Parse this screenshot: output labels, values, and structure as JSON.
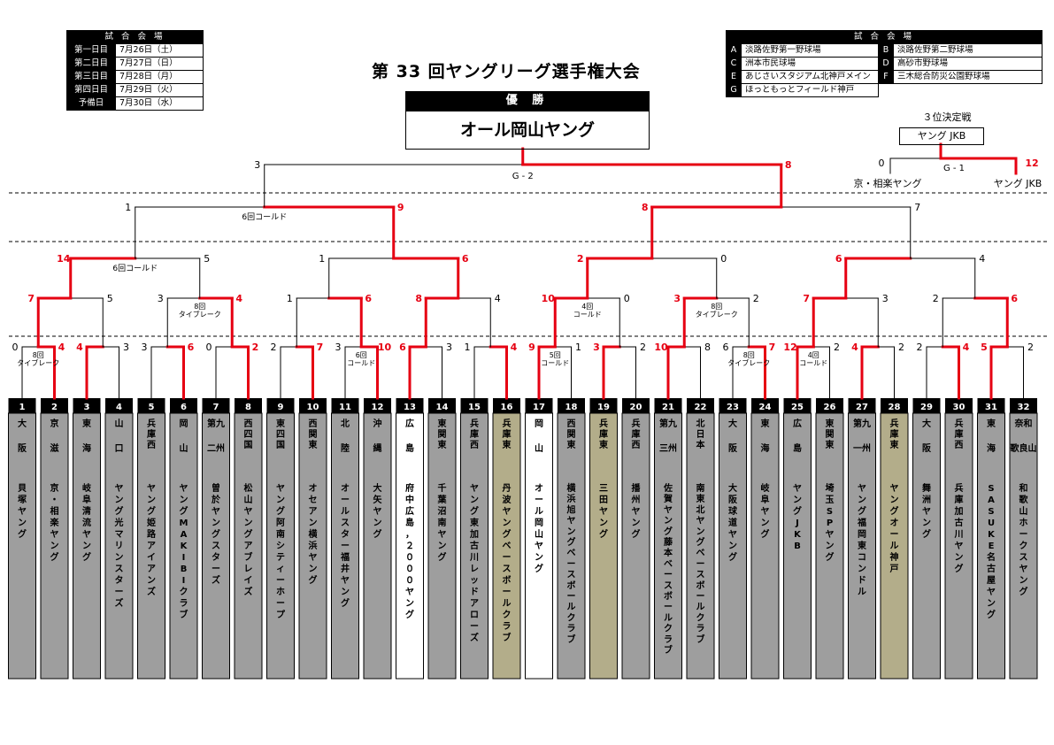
{
  "title": "第 33 回ヤングリーグ選手権大会",
  "schedule": {
    "header": "試 合 会 場",
    "rows": [
      {
        "day": "第一日目",
        "date": "7月26日（土）"
      },
      {
        "day": "第二日目",
        "date": "7月27日（日）"
      },
      {
        "day": "第三日目",
        "date": "7月28日（月）"
      },
      {
        "day": "第四日目",
        "date": "7月29日（火）"
      },
      {
        "day": "予備日",
        "date": "7月30日（水）"
      }
    ]
  },
  "venues": {
    "header": "試 合 会 場",
    "rows": [
      [
        {
          "code": "A",
          "name": "淡路佐野第一野球場"
        },
        {
          "code": "B",
          "name": "淡路佐野第二野球場"
        }
      ],
      [
        {
          "code": "C",
          "name": "洲本市民球場"
        },
        {
          "code": "D",
          "name": "高砂市野球場"
        }
      ],
      [
        {
          "code": "E",
          "name": "あじさいスタジアム北神戸メイン"
        },
        {
          "code": "F",
          "name": "三木総合防災公園野球場"
        }
      ],
      [
        {
          "code": "G",
          "name": "ほっともっとフィールド神戸"
        },
        null
      ]
    ]
  },
  "champion": {
    "label": "優 勝",
    "team": "オール岡山ヤング"
  },
  "third_place": {
    "title": "３位決定戦",
    "winner": "ヤング JKB",
    "left_team": "京・相楽ヤング",
    "right_team": "ヤング JKB",
    "left_score": "0",
    "right_score": "12",
    "game": "G - 1"
  },
  "final_game": "G - 2",
  "colors": {
    "win_line": "#e60012",
    "line": "#000000",
    "team_gray": "#9e9e9e",
    "team_olive": "#b3ad8a",
    "team_white": "#ffffff",
    "number_bg": "#000000"
  },
  "teams": [
    {
      "no": "1",
      "region": "大\n阪",
      "name": "貝塚ヤング",
      "style": "gray"
    },
    {
      "no": "2",
      "region": "京\n滋",
      "name": "京・相楽ヤング",
      "style": "gray"
    },
    {
      "no": "3",
      "region": "東\n海",
      "name": "岐阜清流ヤング",
      "style": "gray"
    },
    {
      "no": "4",
      "region": "山\n口",
      "name": "ヤング光マリンスターズ",
      "style": "gray"
    },
    {
      "no": "5",
      "region": "兵庫西",
      "name": "ヤング姫路アイアンズ",
      "style": "gray"
    },
    {
      "no": "6",
      "region": "岡\n山",
      "name": "ヤングMAKIBIクラブ",
      "style": "gray"
    },
    {
      "no": "7",
      "region": "第九\n二州",
      "name": "曽於ヤングスターズ",
      "style": "gray"
    },
    {
      "no": "8",
      "region": "西四国",
      "name": "松山ヤングアブレイズ",
      "style": "gray"
    },
    {
      "no": "9",
      "region": "東四国",
      "name": "ヤング阿南シティーホープ",
      "style": "gray"
    },
    {
      "no": "10",
      "region": "西関東",
      "name": "オセアン横浜ヤング",
      "style": "gray"
    },
    {
      "no": "11",
      "region": "北\n陸",
      "name": "オールスター福井ヤング",
      "style": "gray"
    },
    {
      "no": "12",
      "region": "沖\n縄",
      "name": "大矢ヤング",
      "style": "gray"
    },
    {
      "no": "13",
      "region": "広\n島",
      "name": "府中広島，２０００ヤング",
      "style": "white"
    },
    {
      "no": "14",
      "region": "東関東",
      "name": "千葉沼南ヤング",
      "style": "gray"
    },
    {
      "no": "15",
      "region": "兵庫西",
      "name": "ヤング東加古川レッドアローズ",
      "style": "gray"
    },
    {
      "no": "16",
      "region": "兵庫東",
      "name": "丹波ヤングベースボールクラブ",
      "style": "olive"
    },
    {
      "no": "17",
      "region": "岡\n山",
      "name": "オール岡山ヤング",
      "style": "white"
    },
    {
      "no": "18",
      "region": "西関東",
      "name": "横浜旭ヤングベースボールクラブ",
      "style": "gray"
    },
    {
      "no": "19",
      "region": "兵庫東",
      "name": "三田ヤング",
      "style": "olive"
    },
    {
      "no": "20",
      "region": "兵庫西",
      "name": "播州ヤング",
      "style": "gray"
    },
    {
      "no": "21",
      "region": "第九\n三州",
      "name": "佐賀ヤング藤本ベースボールクラブ",
      "style": "gray"
    },
    {
      "no": "22",
      "region": "北日本",
      "name": "南東北ヤングベースボールクラブ",
      "style": "gray"
    },
    {
      "no": "23",
      "region": "大\n阪",
      "name": "大阪球道ヤング",
      "style": "gray"
    },
    {
      "no": "24",
      "region": "東\n海",
      "name": "岐阜ヤング",
      "style": "gray"
    },
    {
      "no": "25",
      "region": "広\n島",
      "name": "ヤングJKB",
      "style": "gray"
    },
    {
      "no": "26",
      "region": "東関東",
      "name": "埼玉SPヤング",
      "style": "gray"
    },
    {
      "no": "27",
      "region": "第九\n一州",
      "name": "ヤング福岡東コンドル",
      "style": "gray"
    },
    {
      "no": "28",
      "region": "兵庫東",
      "name": "ヤングオール神戸",
      "style": "olive"
    },
    {
      "no": "29",
      "region": "大\n阪",
      "name": "舞洲ヤング",
      "style": "gray"
    },
    {
      "no": "30",
      "region": "兵庫西",
      "name": "兵庫加古川ヤング",
      "style": "gray"
    },
    {
      "no": "31",
      "region": "東\n海",
      "name": "SASUKE名古屋ヤング",
      "style": "gray"
    },
    {
      "no": "32",
      "region": "奈和\n歌良山",
      "name": "和歌山ホークスヤング",
      "style": "gray"
    }
  ],
  "r1": [
    {
      "ls": "0",
      "rs": "4",
      "win": "R",
      "note": "8回\nタイブレーク"
    },
    {
      "ls": "4",
      "rs": "3",
      "win": "L",
      "note": ""
    },
    {
      "ls": "3",
      "rs": "6",
      "win": "R",
      "note": ""
    },
    {
      "ls": "0",
      "rs": "2",
      "win": "R",
      "note": ""
    },
    {
      "ls": "2",
      "rs": "7",
      "win": "R",
      "note": ""
    },
    {
      "ls": "3",
      "rs": "10",
      "win": "R",
      "note": "6回\nコールド"
    },
    {
      "ls": "6",
      "rs": "3",
      "win": "L",
      "note": ""
    },
    {
      "ls": "1",
      "rs": "4",
      "win": "R",
      "note": ""
    },
    {
      "ls": "9",
      "rs": "1",
      "win": "L",
      "note": "5回\nコールド"
    },
    {
      "ls": "3",
      "rs": "2",
      "win": "L",
      "note": ""
    },
    {
      "ls": "10",
      "rs": "8",
      "win": "L",
      "note": ""
    },
    {
      "ls": "6",
      "rs": "7",
      "win": "R",
      "note": "8回\nタイブレーク"
    },
    {
      "ls": "12",
      "rs": "2",
      "win": "L",
      "note": "4回\nコールド"
    },
    {
      "ls": "4",
      "rs": "2",
      "win": "L",
      "note": ""
    },
    {
      "ls": "2",
      "rs": "4",
      "win": "R",
      "note": ""
    },
    {
      "ls": "5",
      "rs": "2",
      "win": "L",
      "note": ""
    }
  ],
  "r2": [
    {
      "ls": "7",
      "rs": "5",
      "win": "L",
      "note": ""
    },
    {
      "ls": "3",
      "rs": "4",
      "win": "R",
      "note": "8回\nタイブレーク"
    },
    {
      "ls": "1",
      "rs": "6",
      "win": "R",
      "note": ""
    },
    {
      "ls": "8",
      "rs": "4",
      "win": "L",
      "note": ""
    },
    {
      "ls": "10",
      "rs": "0",
      "win": "L",
      "note": "4回\nコールド"
    },
    {
      "ls": "3",
      "rs": "2",
      "win": "L",
      "note": "8回\nタイブレーク"
    },
    {
      "ls": "7",
      "rs": "3",
      "win": "L",
      "note": ""
    },
    {
      "ls": "2",
      "rs": "6",
      "win": "R",
      "note": ""
    }
  ],
  "r3": [
    {
      "ls": "14",
      "rs": "5",
      "win": "L",
      "note": "6回コールド"
    },
    {
      "ls": "1",
      "rs": "6",
      "win": "R",
      "note": ""
    },
    {
      "ls": "2",
      "rs": "0",
      "win": "L",
      "note": ""
    },
    {
      "ls": "6",
      "rs": "4",
      "win": "L",
      "note": ""
    }
  ],
  "r4": [
    {
      "ls": "1",
      "rs": "9",
      "win": "R",
      "note": "6回コールド"
    },
    {
      "ls": "8",
      "rs": "7",
      "win": "L",
      "note": ""
    }
  ],
  "r5": [
    {
      "ls": "3",
      "rs": "8",
      "win": "R",
      "note": "G - 2"
    }
  ]
}
